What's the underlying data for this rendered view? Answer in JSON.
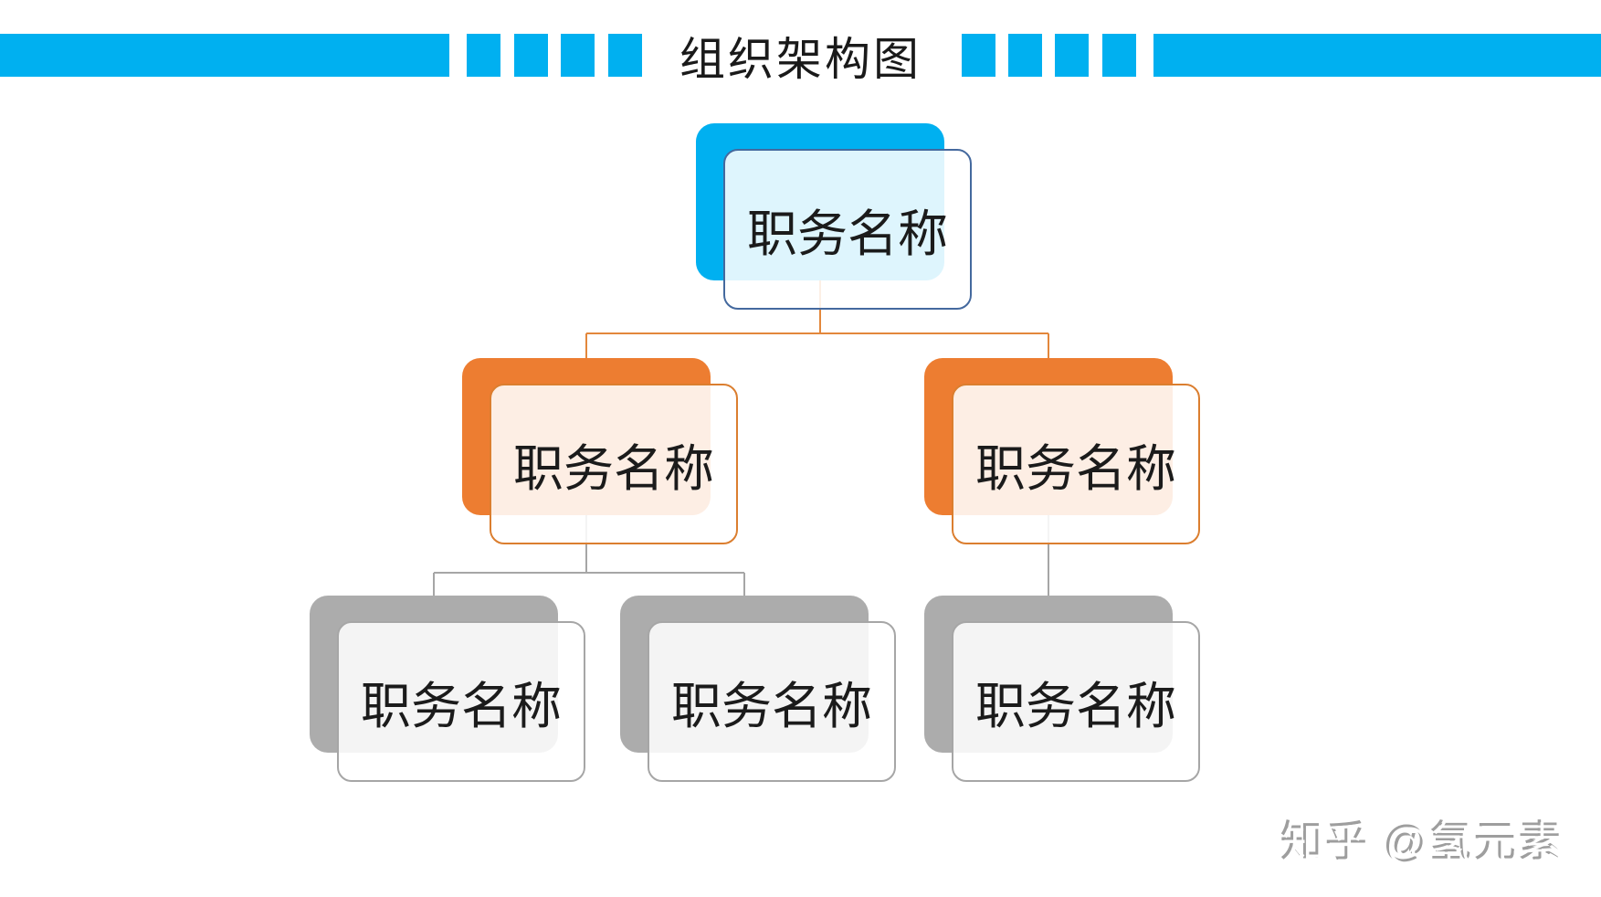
{
  "slide": {
    "title": "组织架构图"
  },
  "org_chart": {
    "type": "org-tree",
    "levels": 3,
    "nodes": [
      {
        "id": "root",
        "label": "职务名称",
        "level": 1,
        "theme": "blue",
        "parent": null
      },
      {
        "id": "child-left",
        "label": "职务名称",
        "level": 2,
        "theme": "orange",
        "parent": "root"
      },
      {
        "id": "child-right",
        "label": "职务名称",
        "level": 2,
        "theme": "orange",
        "parent": "root"
      },
      {
        "id": "grand-1",
        "label": "职务名称",
        "level": 3,
        "theme": "gray",
        "parent": "child-left"
      },
      {
        "id": "grand-2",
        "label": "职务名称",
        "level": 3,
        "theme": "gray",
        "parent": "child-left"
      },
      {
        "id": "grand-3",
        "label": "职务名称",
        "level": 3,
        "theme": "gray",
        "parent": "child-right"
      }
    ]
  },
  "watermark": {
    "text": "知乎 @氢元素"
  },
  "colors": {
    "accent_blue": "#00B0F0",
    "accent_orange": "#ED7D31",
    "accent_gray": "#ACACAC",
    "border_blue": "#44699E",
    "border_orange": "#DB7E2F",
    "border_gray": "#A6A6A6",
    "connector_orange": "#E3873C",
    "connector_gray": "#A6A6A6",
    "title_text": "#1a1a1a",
    "node_text": "#1b1b1b"
  }
}
